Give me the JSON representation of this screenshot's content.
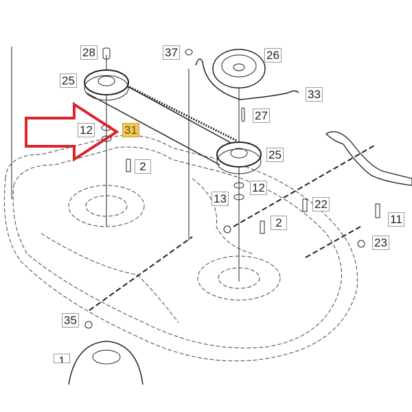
{
  "diagram": {
    "callouts": [
      {
        "id": "c28",
        "text": "28"
      },
      {
        "id": "c37",
        "text": "37"
      },
      {
        "id": "c26",
        "text": "26"
      },
      {
        "id": "c25a",
        "text": "25"
      },
      {
        "id": "c33",
        "text": "33"
      },
      {
        "id": "c27",
        "text": "27"
      },
      {
        "id": "c12a",
        "text": "12"
      },
      {
        "id": "c31",
        "text": "31",
        "highlighted": true
      },
      {
        "id": "c25b",
        "text": "25"
      },
      {
        "id": "c2a",
        "text": "2"
      },
      {
        "id": "c12b",
        "text": "12"
      },
      {
        "id": "c13",
        "text": "13"
      },
      {
        "id": "c22",
        "text": "22"
      },
      {
        "id": "c2b",
        "text": "2"
      },
      {
        "id": "c11",
        "text": "11"
      },
      {
        "id": "c23",
        "text": "23"
      },
      {
        "id": "c35",
        "text": "35"
      },
      {
        "id": "c1",
        "text": "1"
      }
    ],
    "colors": {
      "arrow": "#d9252b",
      "highlight": "#f3c85a",
      "line": "#222222"
    }
  }
}
